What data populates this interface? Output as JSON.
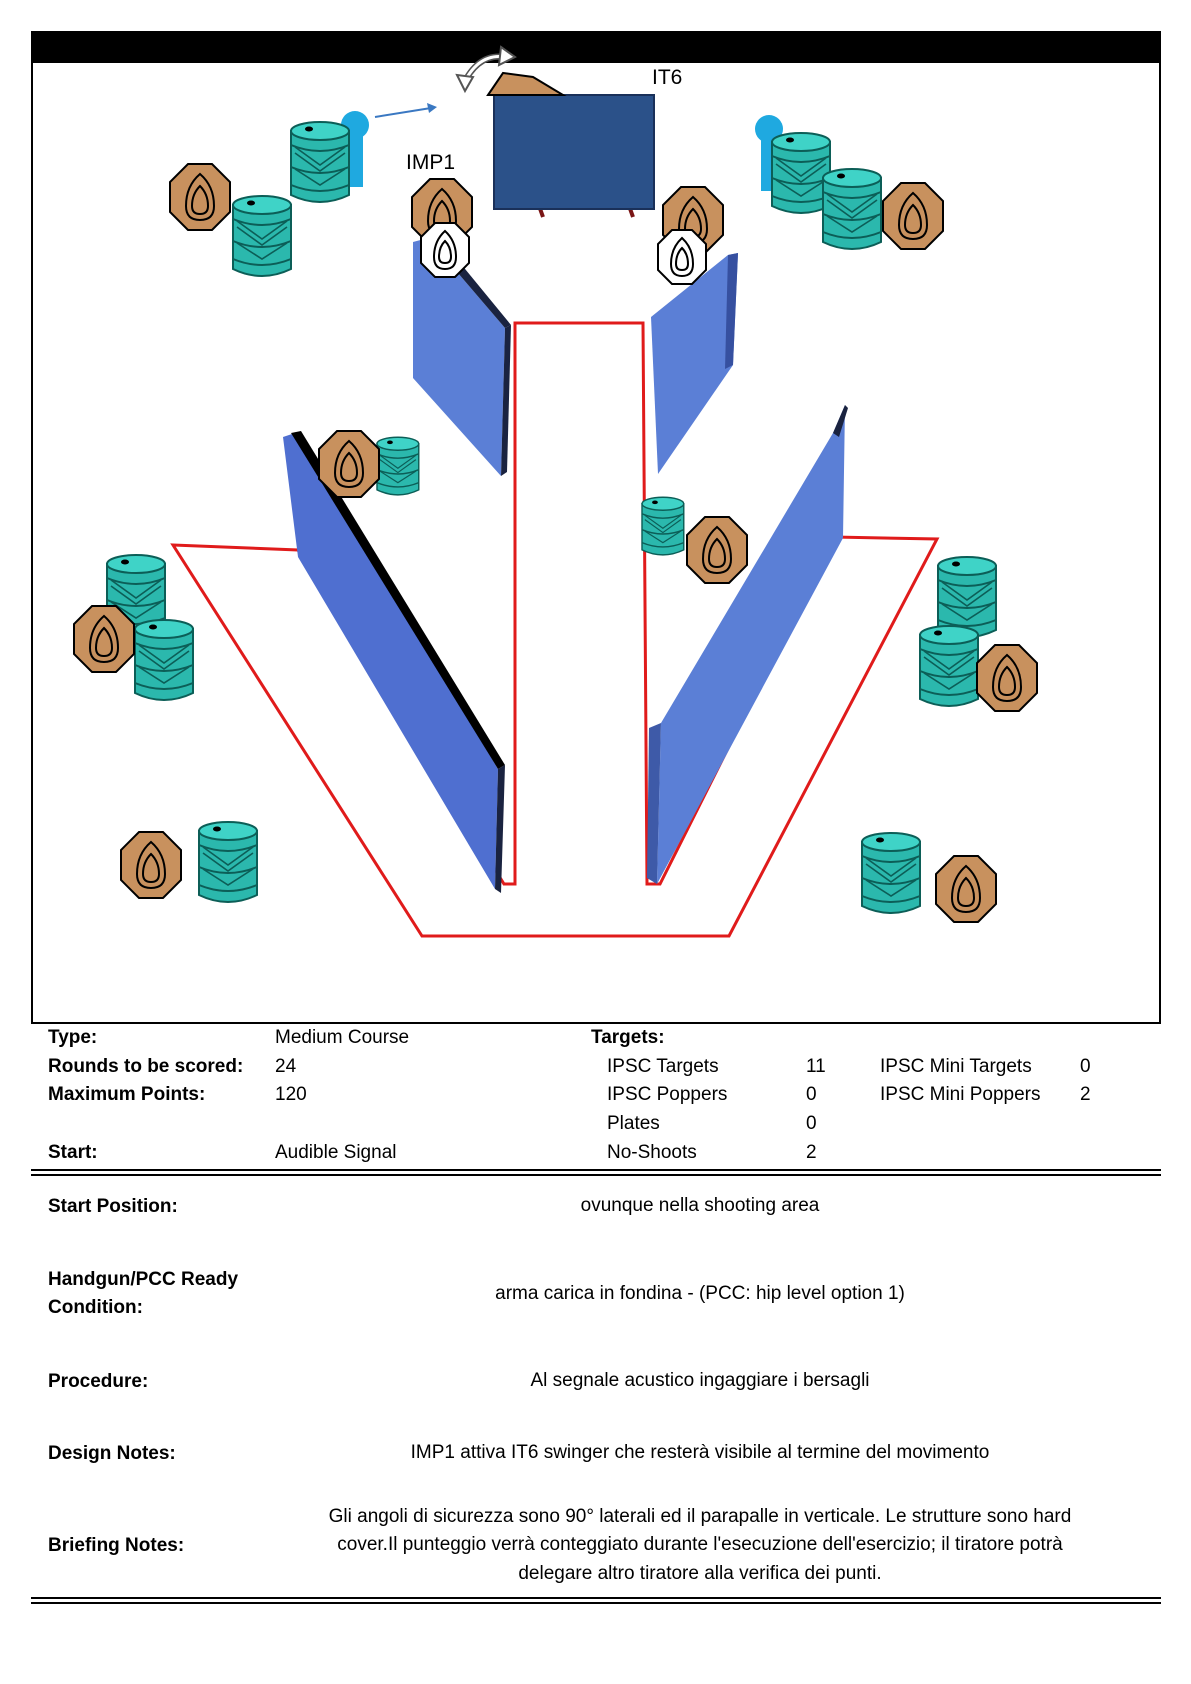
{
  "diagram": {
    "labels": {
      "swinger": "IT6",
      "activator": "IMP1"
    },
    "colors": {
      "wall": "#5b7fd6",
      "wall_edge": "#1a2340",
      "barrel": "#2bb8ad",
      "target": "#c8915e",
      "noshoot": "#ffffff",
      "fault_line": "#e01b1b",
      "popper": "#1fa9e0",
      "swinger_panel": "#2b5189"
    },
    "icons": [
      "barrel-icon",
      "ipsc-target-icon",
      "no-shoot-icon",
      "mini-popper-icon",
      "rotate-arrow-icon",
      "activation-arrow-icon"
    ]
  },
  "summary": {
    "type_label": "Type:",
    "type_value": "Medium  Course",
    "rounds_label": "Rounds to be scored:",
    "rounds_value": "24",
    "max_label": "Maximum Points:",
    "max_value": "120",
    "start_label": "Start:",
    "start_value": "Audible Signal",
    "targets_label": "Targets:",
    "targets": [
      {
        "name": "IPSC Targets",
        "count": "11"
      },
      {
        "name": "IPSC Poppers",
        "count": "0"
      },
      {
        "name": "Plates",
        "count": "0"
      },
      {
        "name": "No-Shoots",
        "count": "2"
      }
    ],
    "mini_targets": [
      {
        "name": "IPSC Mini Targets",
        "count": "0"
      },
      {
        "name": "IPSC Mini Poppers",
        "count": "2"
      }
    ]
  },
  "details": {
    "start_position_label": "Start Position:",
    "start_position_value": "ovunque nella shooting area",
    "ready_label_1": "Handgun/PCC Ready",
    "ready_label_2": "Condition:",
    "ready_value": "arma carica in fondina - (PCC: hip level option 1)",
    "procedure_label": "Procedure:",
    "procedure_value": "Al segnale acustico ingaggiare i bersagli",
    "design_label": "Design Notes:",
    "design_value": "IMP1 attiva IT6  swinger che resterà visibile al termine del movimento",
    "briefing_label": "Briefing Notes:",
    "briefing_line_1": "Gli angoli di sicurezza sono 90° laterali ed il parapalle in verticale. Le strutture sono hard",
    "briefing_line_2": "cover.Il punteggio verrà conteggiato durante l'esecuzione dell'esercizio; il tiratore potrà",
    "briefing_line_3": "delegare altro tiratore alla verifica  dei punti."
  }
}
